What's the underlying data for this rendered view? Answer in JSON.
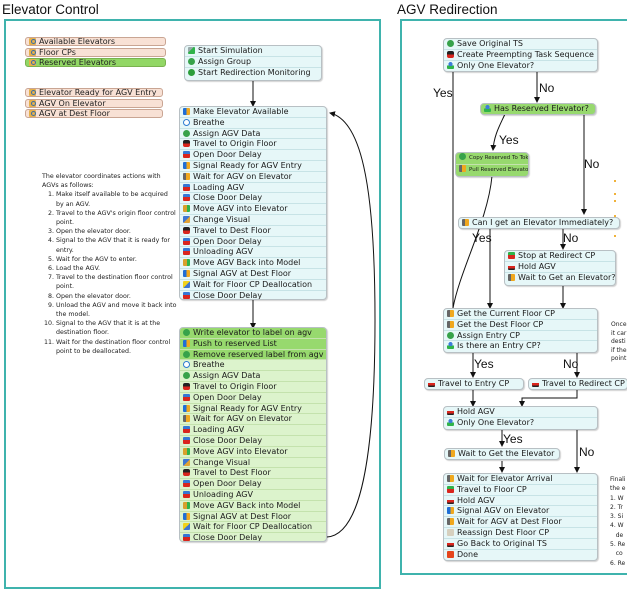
{
  "panels": {
    "elevator_control": {
      "title": "Elevator Control"
    },
    "agv_redirection": {
      "title": "AGV Redirection"
    }
  },
  "lists_group1": [
    {
      "label": "Available Elevators",
      "highlighted": false,
      "icon": "list-icon"
    },
    {
      "label": "Floor CPs",
      "highlighted": false,
      "icon": "list-icon"
    },
    {
      "label": "Reserved Elevators",
      "highlighted": true,
      "icon": "list-icon"
    }
  ],
  "lists_group2": [
    {
      "label": "Elevator Ready for AGV Entry",
      "icon": "event-icon"
    },
    {
      "label": "AGV On Elevator",
      "icon": "event-icon"
    },
    {
      "label": "AGV at Dest Floor",
      "icon": "event-icon"
    }
  ],
  "start_block": {
    "rows": [
      {
        "label": "Start Simulation",
        "icon": "start-icon"
      },
      {
        "label": "Assign Group",
        "icon": "assign-icon"
      },
      {
        "label": "Start Redirection Monitoring",
        "icon": "spawn-icon"
      }
    ]
  },
  "elevator_block_a": {
    "rows": [
      {
        "label": "Make Elevator Available",
        "icon": "push-icon"
      },
      {
        "label": "Breathe",
        "icon": "delay-icon"
      },
      {
        "label": "Assign AGV Data",
        "icon": "assign-icon"
      },
      {
        "label": "Travel to Origin Floor",
        "icon": "travel-icon"
      },
      {
        "label": "Open Door Delay",
        "icon": "door-icon"
      },
      {
        "label": "Signal Ready for AGV Entry",
        "icon": "push-icon"
      },
      {
        "label": "Wait for AGV on Elevator",
        "icon": "wait-icon"
      },
      {
        "label": "Loading AGV",
        "icon": "door-icon"
      },
      {
        "label": "Close Door Delay",
        "icon": "door-icon"
      },
      {
        "label": "Move AGV into Elevator",
        "icon": "move-icon"
      },
      {
        "label": "Change Visual",
        "icon": "visual-icon"
      },
      {
        "label": "Travel to Dest Floor",
        "icon": "travel-icon"
      },
      {
        "label": "Open Door Delay",
        "icon": "door-icon"
      },
      {
        "label": "Unloading AGV",
        "icon": "door-icon"
      },
      {
        "label": "Move AGV Back into Model",
        "icon": "move-icon"
      },
      {
        "label": "Signal AGV at Dest Floor",
        "icon": "push-icon"
      },
      {
        "label": "Wait for Floor CP Deallocation",
        "icon": "dealloc-icon"
      },
      {
        "label": "Close Door Delay",
        "icon": "door-icon"
      }
    ]
  },
  "elevator_block_b": {
    "rows": [
      {
        "label": "Write elevator to label on agv",
        "icon": "assign-icon",
        "highlighted": true
      },
      {
        "label": "Push to reserved List",
        "icon": "push-icon",
        "highlighted": true
      },
      {
        "label": "Remove reserved label from agv",
        "icon": "assign-icon",
        "highlighted": true
      },
      {
        "label": "Breathe",
        "icon": "delay-icon"
      },
      {
        "label": "Assign AGV Data",
        "icon": "assign-icon"
      },
      {
        "label": "Travel to Origin Floor",
        "icon": "travel-icon"
      },
      {
        "label": "Open Door Delay",
        "icon": "door-icon"
      },
      {
        "label": "Signal Ready for AGV Entry",
        "icon": "push-icon"
      },
      {
        "label": "Wait for AGV on Elevator",
        "icon": "wait-icon"
      },
      {
        "label": "Loading AGV",
        "icon": "door-icon"
      },
      {
        "label": "Close Door Delay",
        "icon": "door-icon"
      },
      {
        "label": "Move AGV into Elevator",
        "icon": "move-icon"
      },
      {
        "label": "Change Visual",
        "icon": "visual-icon"
      },
      {
        "label": "Travel to Dest Floor",
        "icon": "travel-icon"
      },
      {
        "label": "Open Door Delay",
        "icon": "door-icon"
      },
      {
        "label": "Unloading AGV",
        "icon": "door-icon"
      },
      {
        "label": "Move AGV Back into Model",
        "icon": "move-icon"
      },
      {
        "label": "Signal AGV at Dest Floor",
        "icon": "push-icon"
      },
      {
        "label": "Wait for Floor CP Deallocation",
        "icon": "dealloc-icon"
      },
      {
        "label": "Close Door Delay",
        "icon": "door-icon"
      }
    ]
  },
  "elevator_note": {
    "intro": "The elevator coordinates actions with AGVs as follows:",
    "steps": [
      "Make itself available to be acquired by an AGV.",
      "Travel to the AGV's origin floor control point.",
      "Open the elevator door.",
      "Signal to the AGV that it is ready for entry.",
      "Wait for the AGV to enter.",
      "Load the AGV.",
      "Travel to the destination floor control point.",
      "Open the elevator door.",
      "Unload the AGV and move it back into the model.",
      "Signal to the AGV that it is at the destination floor.",
      "Wait for the destination floor control point to be deallocated."
    ]
  },
  "redirect": {
    "block1": [
      {
        "label": "Save Original TS",
        "icon": "assign-icon"
      },
      {
        "label": "Create Preempting Task Sequence",
        "icon": "travel-icon"
      },
      {
        "label": "Only One Elevator?",
        "icon": "decide-icon"
      }
    ],
    "has_reserved": {
      "label": "Has Reserved Elevator?",
      "icon": "decide-icon"
    },
    "reserved_block": [
      {
        "label": "Copy Reserved To Token",
        "icon": "assign-icon"
      },
      {
        "label": "Pull Reserved Elevator",
        "icon": "pull-icon"
      }
    ],
    "can_get": {
      "label": "Can I get an Elevator Immediately?",
      "icon": "pull-icon"
    },
    "stop_block": [
      {
        "label": "Stop at Redirect CP",
        "icon": "stop-icon"
      },
      {
        "label": "Hold AGV",
        "icon": "hold-icon"
      },
      {
        "label": "Wait to Get an Elevator?",
        "icon": "wait-icon"
      }
    ],
    "floor_block": [
      {
        "label": "Get the Current Floor CP",
        "icon": "pull-icon"
      },
      {
        "label": "Get the Dest Floor CP",
        "icon": "pull-icon"
      },
      {
        "label": "Assign Entry CP",
        "icon": "assign-icon"
      },
      {
        "label": "Is there an Entry CP?",
        "icon": "decide-icon"
      }
    ],
    "travel_entry": {
      "label": "Travel to Entry CP",
      "icon": "hold-icon"
    },
    "travel_redirect": {
      "label": "Travel to Redirect CP",
      "icon": "hold-icon"
    },
    "hold_block": [
      {
        "label": "Hold AGV",
        "icon": "hold-icon"
      },
      {
        "label": "Only One Elevator?",
        "icon": "decide-icon"
      }
    ],
    "wait_get": {
      "label": "Wait to Get the Elevator",
      "icon": "wait-icon"
    },
    "final_block": [
      {
        "label": "Wait for Elevator Arrival",
        "icon": "wait-icon"
      },
      {
        "label": "Travel to Floor CP",
        "icon": "stop-icon"
      },
      {
        "label": "Hold AGV",
        "icon": "hold-icon"
      },
      {
        "label": "Signal AGV on Elevator",
        "icon": "push-icon"
      },
      {
        "label": "Wait for AGV at Dest Floor",
        "icon": "wait-icon"
      },
      {
        "label": "Reassign Dest Floor CP",
        "icon": "reassign-icon"
      },
      {
        "label": "Go Back to Original TS",
        "icon": "hold-icon"
      },
      {
        "label": "Done",
        "icon": "done-icon"
      }
    ],
    "branch_labels": {
      "yes1": "Yes",
      "no1": "No",
      "yes2": "Yes",
      "no2": "No",
      "yes3": "Yes",
      "no3": "No",
      "yes4": "Yes",
      "no4": "No",
      "yes5": "Yes",
      "no5": "No"
    },
    "note1_lines": [
      "Once",
      "it car",
      "desti",
      "if the",
      "point"
    ],
    "note2_lines": [
      "Finali",
      "the e",
      "1. W",
      "2. Tr",
      "3. Si",
      "4. W",
      "   de",
      "5. Re",
      "   co",
      "6. Re"
    ]
  }
}
